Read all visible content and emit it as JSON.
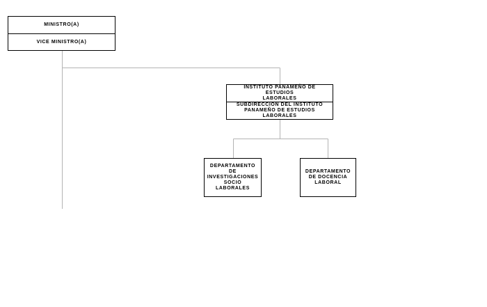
{
  "org_chart": {
    "ministro": {
      "title": "MINISTRO(A)",
      "subtitle": "VICE MINISTRO(A)"
    },
    "instituto": {
      "title": "INSTITUTO PANAMEÑO DE ESTUDIOS\nLABORALES",
      "subtitle": "SUBDIRECCION DEL INSTITUTO\nPANAMEÑO DE ESTUDIOS LABORALES"
    },
    "departamentos": [
      {
        "label": "DEPARTAMENTO\nDE\nINVESTIGACIONES\nSOCIO LABORALES"
      },
      {
        "label": "DEPARTAMENTO\nDE DOCENCIA\nLABORAL"
      }
    ]
  },
  "colors": {
    "box_border": "#000000",
    "connector": "#b3b3b3",
    "background": "#ffffff"
  }
}
